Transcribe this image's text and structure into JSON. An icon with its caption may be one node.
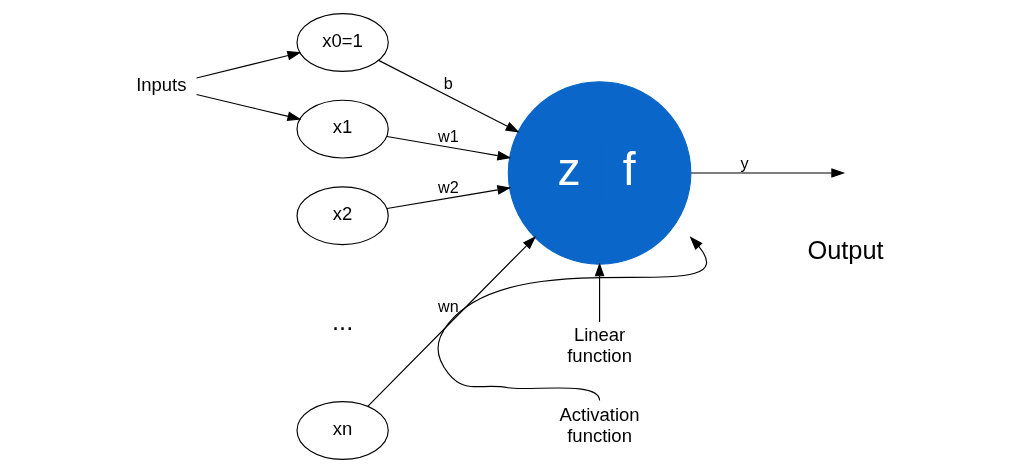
{
  "diagram": {
    "nodes": [
      {
        "text": [
          "Inputs"
        ]
      },
      {
        "text": [
          "x0=1"
        ]
      },
      {
        "text": [
          "x1"
        ]
      },
      {
        "text": [
          "x2"
        ]
      },
      {
        "text": [
          "xn"
        ]
      },
      {
        "text": [
          "z",
          "f"
        ]
      },
      {
        "text": [
          "Linear function"
        ]
      },
      {
        "text": [
          "Activation function"
        ]
      }
    ],
    "edges": [
      {
        "from": 0,
        "to": 1,
        "arrow": "to"
      },
      {
        "from": 0,
        "to": 2,
        "arrow": "to"
      },
      {
        "from": 1,
        "to": 5,
        "arrow": "to",
        "label": "b"
      },
      {
        "from": 2,
        "to": 5,
        "arrow": "to",
        "label": "w1"
      },
      {
        "from": 3,
        "to": 5,
        "arrow": "to",
        "label": "w2"
      },
      {
        "from": 4,
        "to": 5,
        "arrow": "to",
        "label": "wn"
      },
      {
        "from": 6,
        "to": 5,
        "arrow": "to"
      },
      {
        "from": 7,
        "to": 5,
        "arrow": "to"
      },
      {
        "from": 5,
        "to": null,
        "arrow": "to",
        "label": "y"
      }
    ],
    "labels": [
      "...",
      "Output"
    ]
  }
}
